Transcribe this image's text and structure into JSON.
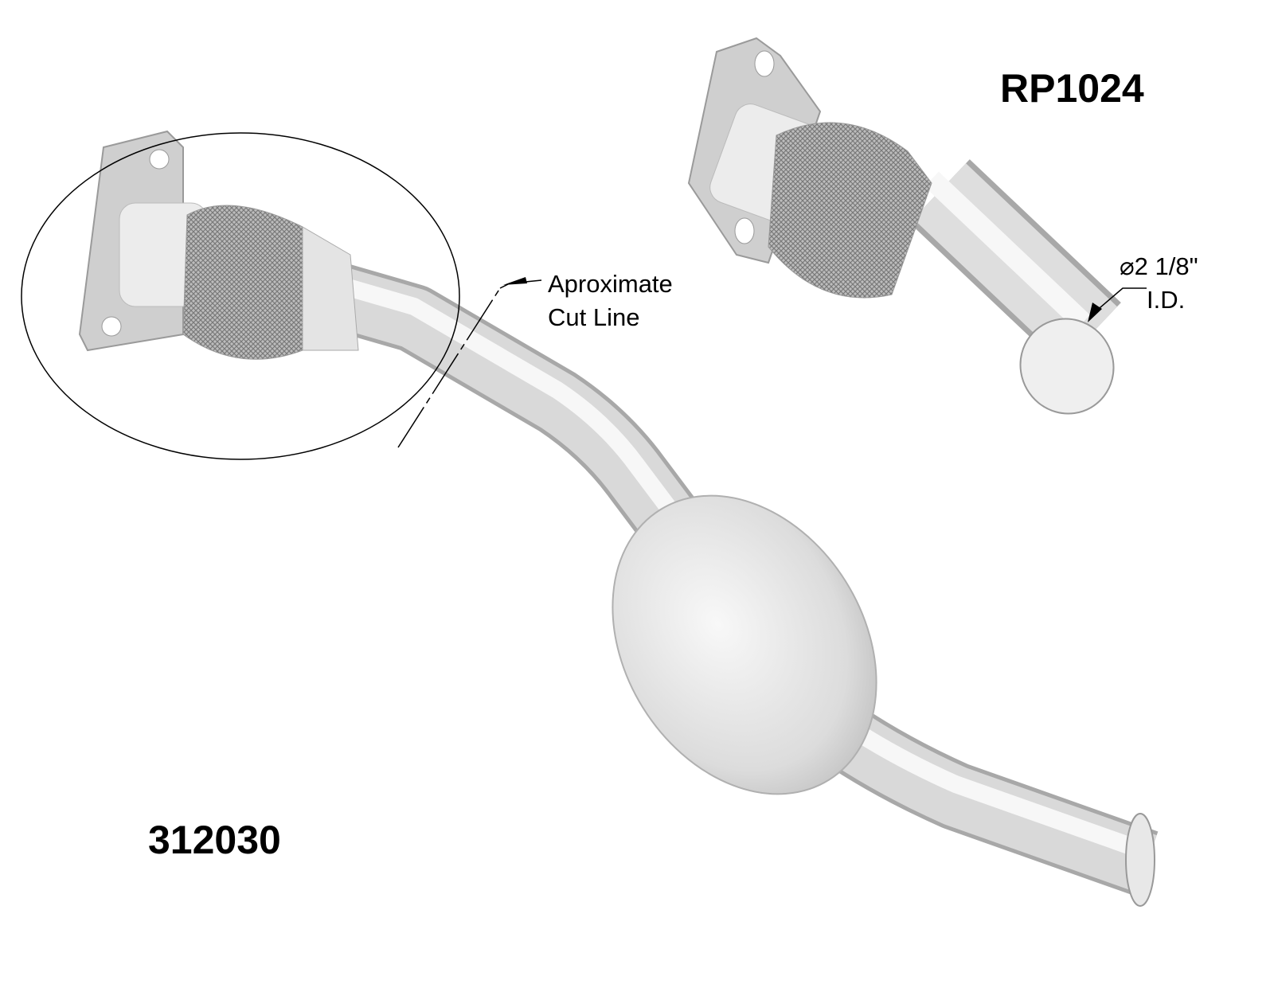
{
  "labels": {
    "replacement_part": "RP1024",
    "original_part": "312030",
    "cut_line_line1": "Aproximate",
    "cut_line_line2": "Cut Line",
    "diameter_symbol": "⌀",
    "diameter_value": "2 1/8\"",
    "diameter_unit": "I.D."
  },
  "colors": {
    "pipe": "#d8d8d8",
    "pipe_highlight": "#f6f6f6",
    "pipe_shadow": "#a8a8a8",
    "mesh": "#8a8a8a"
  }
}
